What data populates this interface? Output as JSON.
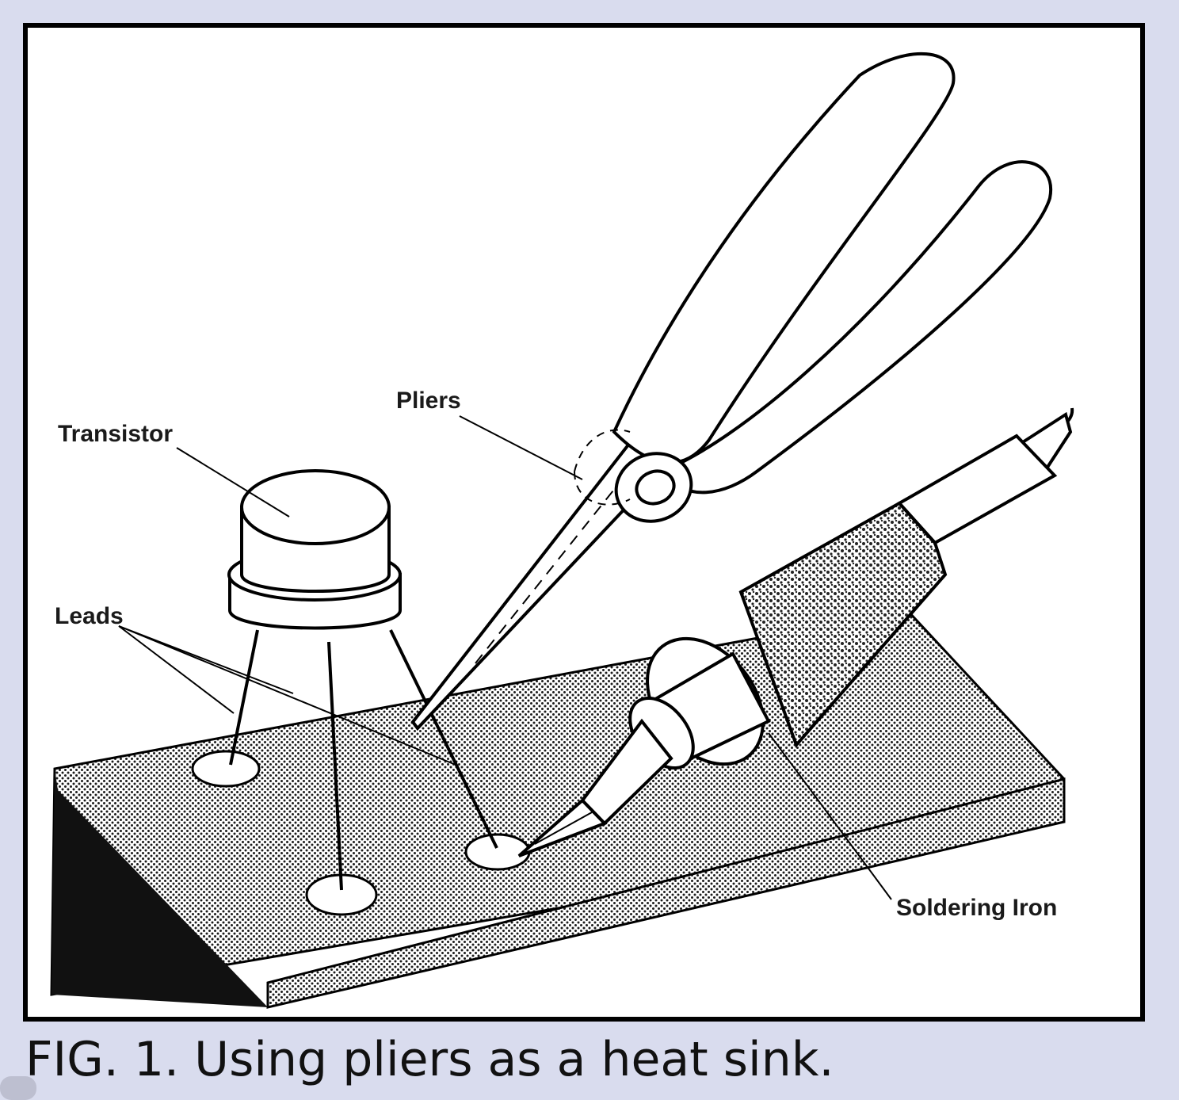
{
  "figure": {
    "labels": {
      "transistor": "Transistor",
      "pliers": "Pliers",
      "leads": "Leads",
      "soldering_iron": "Soldering Iron"
    }
  },
  "caption": "FIG. 1. Using pliers as a heat sink."
}
